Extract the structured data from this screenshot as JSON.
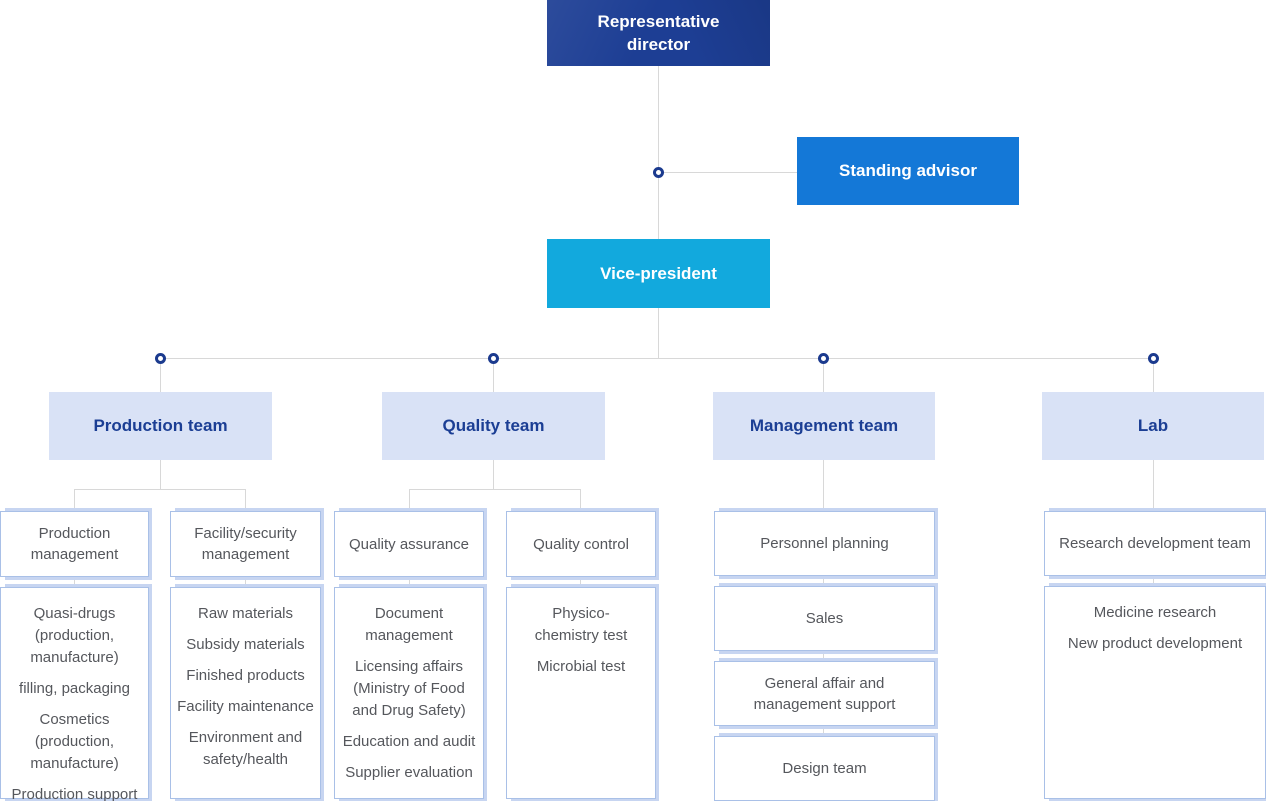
{
  "org_chart": {
    "root": {
      "label": "Representative\ndirector"
    },
    "advisor": {
      "label": "Standing advisor"
    },
    "vice_president": {
      "label": "Vice-president"
    },
    "teams": {
      "production": {
        "label": "Production team",
        "groups": [
          {
            "title": "Production\nmanagement",
            "items": [
              "Quasi-drugs\n(production,\nmanufacture)",
              "filling, packaging",
              "Cosmetics\n(production,\nmanufacture)",
              "Production support"
            ]
          },
          {
            "title": "Facility/security\nmanagement",
            "items": [
              "Raw materials",
              "Subsidy materials",
              "Finished products",
              "Facility maintenance",
              "Environment and\nsafety/health"
            ]
          }
        ]
      },
      "quality": {
        "label": "Quality team",
        "groups": [
          {
            "title": "Quality assurance",
            "items": [
              "Document\nmanagement",
              "Licensing affairs\n(Ministry of Food\nand Drug Safety)",
              "Education and audit",
              "Supplier evaluation"
            ]
          },
          {
            "title": "Quality control",
            "items": [
              "Physico-\nchemistry test",
              "Microbial test"
            ]
          }
        ]
      },
      "management": {
        "label": "Management team",
        "units": [
          "Personnel planning",
          "Sales",
          "General affair and\nmanagement support",
          "Design team"
        ]
      },
      "lab": {
        "label": "Lab",
        "groups": [
          {
            "title": "Research development team",
            "items": [
              "Medicine research",
              "New product development"
            ]
          }
        ]
      }
    }
  },
  "colors": {
    "root_box": "#1d3e94",
    "advisor_box": "#1478d7",
    "vice_president_box": "#12a9dd",
    "team_box": "#d9e2f6",
    "team_text": "#1b3e94",
    "sub_box_border": "#a9c0e7",
    "sub_box_shadow": "#c7d5f1",
    "sub_text": "#55575c",
    "connector_line": "#d8d8d8",
    "node_ring": "#1b3a8e"
  }
}
